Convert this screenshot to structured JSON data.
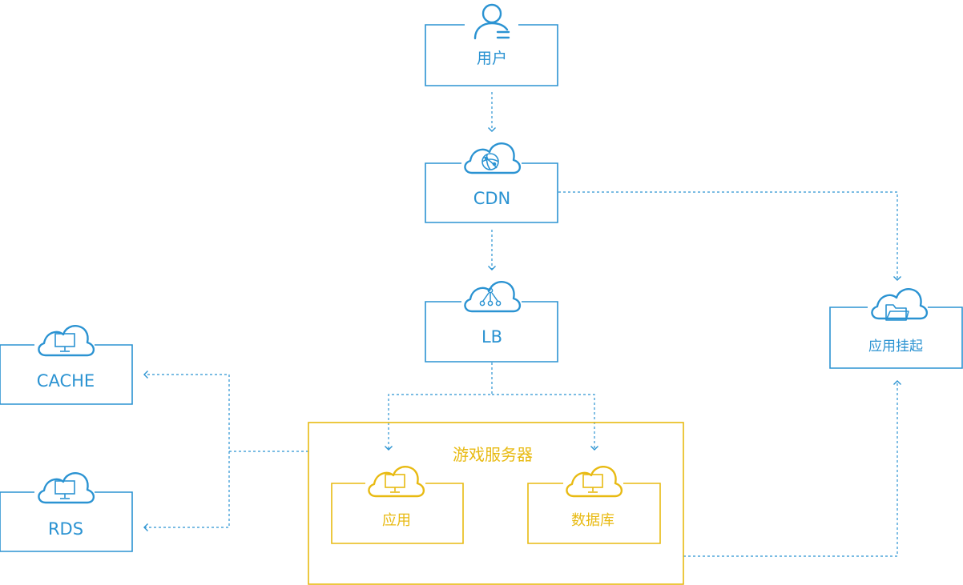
{
  "colors": {
    "blue": "#2b93d2",
    "gold": "#e8ba12"
  },
  "nodes": {
    "user": {
      "label": "用户",
      "icon": "user-icon"
    },
    "cdn": {
      "label": "CDN",
      "icon": "globe-cloud-icon"
    },
    "lb": {
      "label": "LB",
      "icon": "network-cloud-icon"
    },
    "suspend": {
      "label": "应用挂起",
      "icon": "folder-cloud-icon"
    },
    "cache": {
      "label": "CACHE",
      "icon": "monitor-cloud-icon"
    },
    "rds": {
      "label": "RDS",
      "icon": "monitor-cloud-icon"
    },
    "game_server": {
      "label": "游戏服务器"
    },
    "app": {
      "label": "应用",
      "icon": "monitor-cloud-icon"
    },
    "database": {
      "label": "数据库",
      "icon": "monitor-cloud-icon"
    }
  }
}
